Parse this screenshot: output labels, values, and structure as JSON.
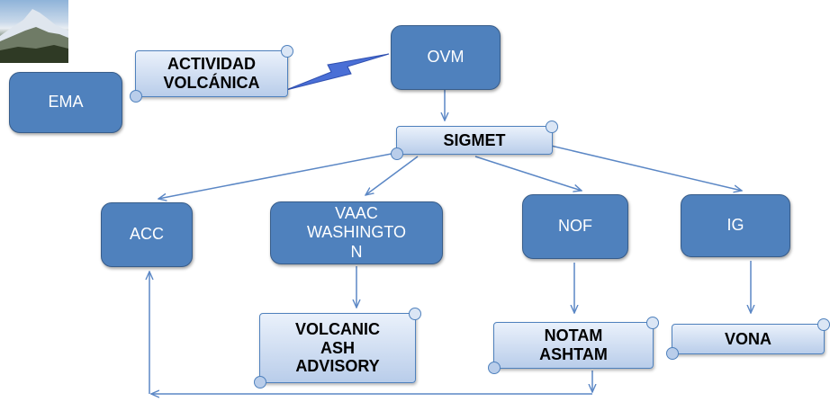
{
  "nodes": {
    "ema": "EMA",
    "ovm": "OVM",
    "acc": "ACC",
    "vaac": [
      "VAAC",
      "WASHINGTO",
      "N"
    ],
    "nof": "NOF",
    "ig": "IG"
  },
  "scrolls": {
    "actividad": [
      "ACTIVIDAD",
      "VOLCÁNICA"
    ],
    "sigmet": "SIGMET",
    "volcanic": [
      "VOLCANIC",
      "ASH",
      "ADVISORY"
    ],
    "notam": [
      "NOTAM",
      "ASHTAM"
    ],
    "vona": "VONA"
  },
  "colors": {
    "node_fill": "#4f81bd",
    "arrow": "#5b87c5",
    "lightning": "#4a6fd6"
  },
  "icons": {
    "photo": "volcano-photo",
    "lightning": "lightning-bolt-icon"
  }
}
